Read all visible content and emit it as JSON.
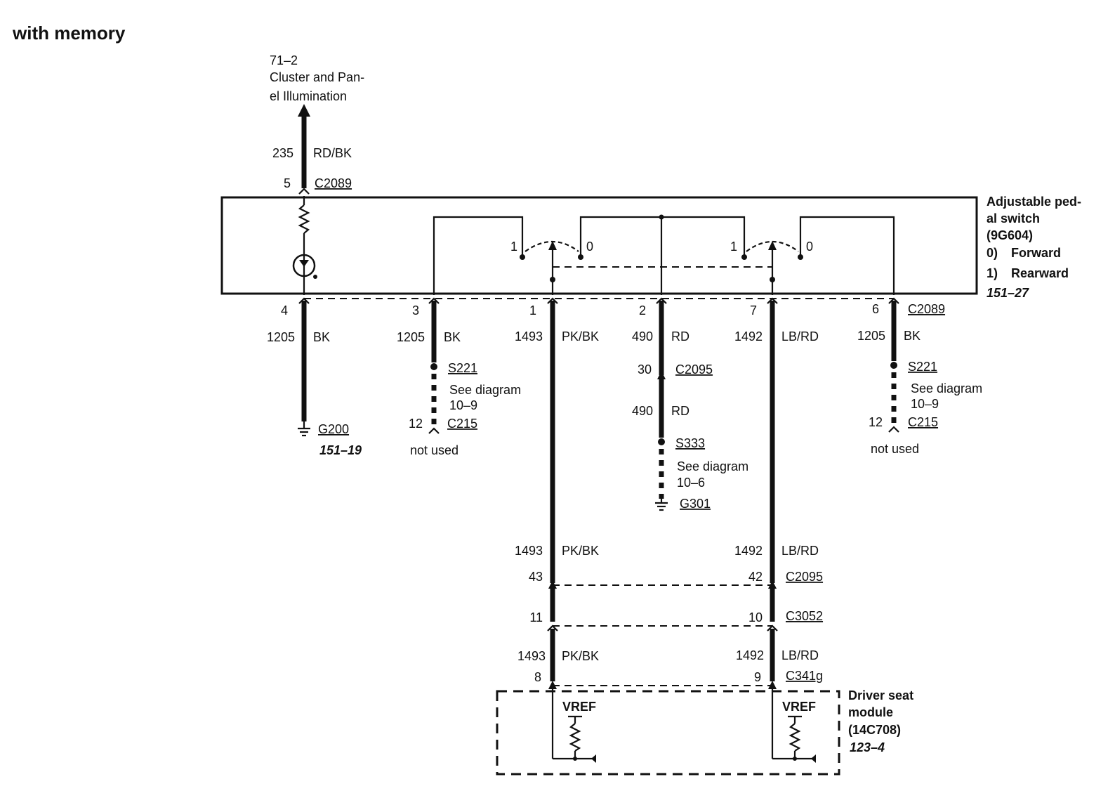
{
  "title": "with memory",
  "top_ref": {
    "page": "71–2",
    "line1": "Cluster and Pan-",
    "line2": "el Illumination"
  },
  "top_circuit": {
    "num": "235",
    "color": "RD/BK",
    "pin": "5",
    "connector": "C2089"
  },
  "component": {
    "name_line1": "Adjustable ped-",
    "name_line2": "al switch",
    "part": "(9G604)",
    "pos0": "0)",
    "pos0_label": "Forward",
    "pos1": "1)",
    "pos1_label": "Rearward",
    "page": "151–27",
    "switch_label_1": "1",
    "switch_label_0": "0",
    "bottom_connector": "C2089"
  },
  "wires": [
    {
      "pin": "4",
      "circuit": "1205",
      "color": "BK",
      "ground": "G200",
      "ground_page": "151–19"
    },
    {
      "pin": "3",
      "circuit": "1205",
      "color": "BK",
      "splice": "S221",
      "see1": "See diagram",
      "see2": "10–9",
      "pin2": "12",
      "connector2": "C215",
      "note": "not used"
    },
    {
      "pin": "1",
      "circuit": "1493",
      "color": "PK/BK"
    },
    {
      "pin": "2",
      "circuit": "490",
      "color": "RD",
      "pin2": "30",
      "connector2": "C2095",
      "circuit_b": "490",
      "color_b": "RD",
      "splice": "S333",
      "see1": "See diagram",
      "see2": "10–6",
      "ground": "G301"
    },
    {
      "pin": "7",
      "circuit": "1492",
      "color": "LB/RD"
    },
    {
      "pin": "6",
      "circuit": "1205",
      "color": "BK",
      "splice": "S221",
      "see1": "See diagram",
      "see2": "10–9",
      "pin2": "12",
      "connector2": "C215",
      "note": "not used"
    }
  ],
  "lower": {
    "left_circuit": "1493",
    "left_color": "PK/BK",
    "right_circuit": "1492",
    "right_color": "LB/RD",
    "c2095": {
      "left_pin": "43",
      "right_pin": "42",
      "name": "C2095"
    },
    "c3052": {
      "left_pin": "11",
      "right_pin": "10",
      "name": "C3052"
    },
    "left_circuit_b": "1493",
    "left_color_b": "PK/BK",
    "right_circuit_b": "1492",
    "right_color_b": "LB/RD",
    "c341g": {
      "left_pin": "8",
      "right_pin": "9",
      "name": "C341g"
    }
  },
  "module": {
    "line1": "Driver seat",
    "line2": "module",
    "part": "(14C708)",
    "page": "123–4",
    "vref_left": "VREF",
    "vref_right": "VREF"
  }
}
